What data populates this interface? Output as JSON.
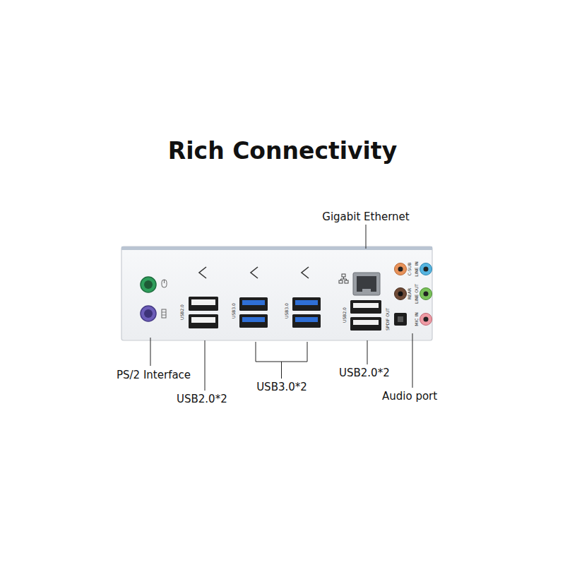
{
  "diagram": {
    "title": "Rich Connectivity",
    "labels": [
      "Gigabit Ethernet",
      "USB2.0",
      "USB3.0",
      "USB3.0",
      "USB2.0",
      "C-SUB",
      "LINE IN",
      "REAR",
      "LINE OUT",
      "SPDIF OUT",
      "MIC IN",
      "PS/2 Interface",
      "USB2.0*2",
      "USB3.0*2",
      "USB2.0*2",
      "Audio port"
    ]
  }
}
